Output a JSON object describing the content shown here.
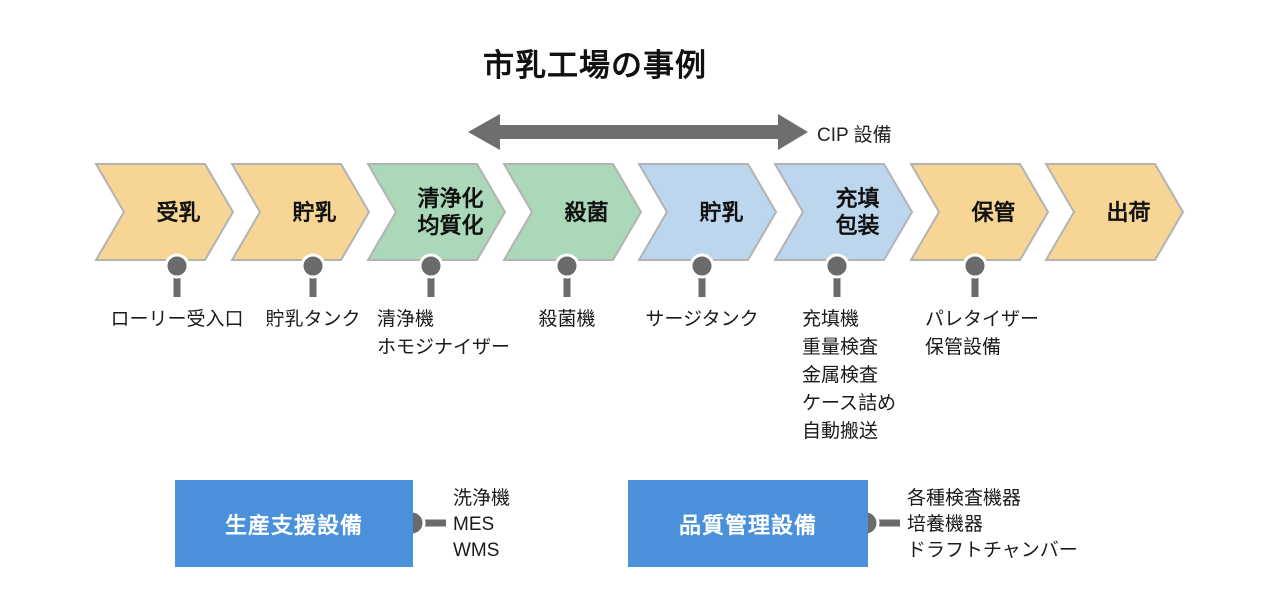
{
  "title": "市乳工場の事例",
  "cip": {
    "label": "CIP 設備"
  },
  "flow": {
    "steps": [
      {
        "label": "受乳",
        "color_key": "orange",
        "equipment": "ローリー受入口"
      },
      {
        "label": "貯乳",
        "color_key": "orange",
        "equipment": "貯乳タンク"
      },
      {
        "label": "清浄化\n均質化",
        "color_key": "green",
        "equipment": "清浄機\nホモジナイザー"
      },
      {
        "label": "殺菌",
        "color_key": "green",
        "equipment": "殺菌機"
      },
      {
        "label": "貯乳",
        "color_key": "blue",
        "equipment": "サージタンク"
      },
      {
        "label": "充填\n包装",
        "color_key": "blue",
        "equipment": "充填機\n重量検査\n金属検査\nケース詰め\n自動搬送"
      },
      {
        "label": "保管",
        "color_key": "orange",
        "equipment": "パレタイザー\n保管設備"
      },
      {
        "label": "出荷",
        "color_key": "orange",
        "equipment": ""
      }
    ]
  },
  "support": {
    "boxes": [
      {
        "label": "生産支援設備",
        "items": "洗浄機\nMES\nWMS"
      },
      {
        "label": "品質管理設備",
        "items": "各種検査機器\n培養機器\nドラフトチャンバー"
      }
    ]
  },
  "colors": {
    "orange": "#F6D595",
    "green": "#AAD8B8",
    "blue": "#BCD6EE",
    "box_blue": "#4A90DA",
    "pin_gray": "#6B6B6B",
    "arrow_gray": "#6E6E6E",
    "chevron_border": "#B3B3B3"
  }
}
